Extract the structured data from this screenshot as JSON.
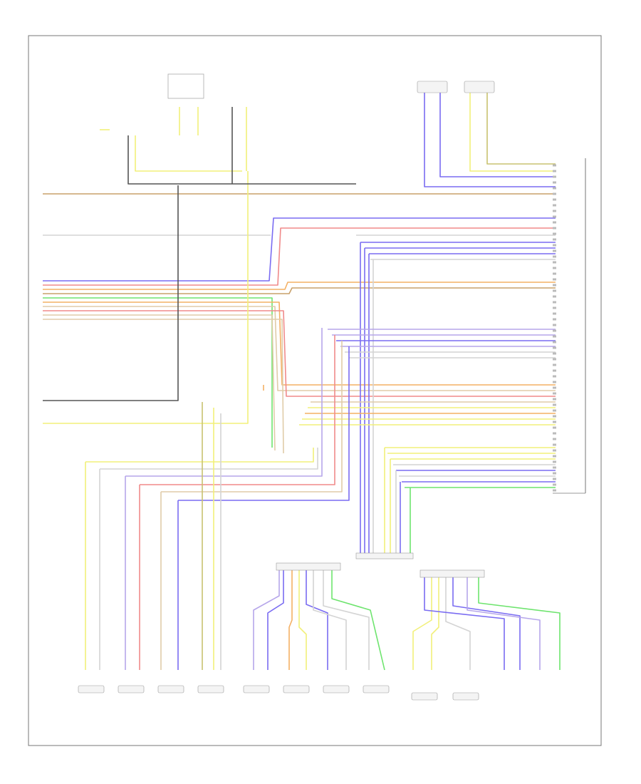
{
  "diagram": {
    "footer_code": "",
    "colors": {
      "blue": "#7a6cf2",
      "red": "#f08a8a",
      "orange": "#f4b064",
      "yellow": "#f2f07a",
      "brown": "#c9a06a",
      "tan": "#e0cca8",
      "violet": "#b6a6ea",
      "green": "#6ee46e",
      "gray": "#555555",
      "ltgray": "#d4d4d4",
      "olive": "#c8c270",
      "frame": "#777777"
    },
    "components": [
      {
        "id": "comp-top-left-1",
        "label_lines": [
          "",
          "",
          ""
        ]
      },
      {
        "id": "comp-top-left-2",
        "label_lines": [
          "",
          "",
          ""
        ]
      },
      {
        "id": "comp-top-mid",
        "label_lines": [
          ""
        ]
      },
      {
        "id": "comp-top-mid-2",
        "label_lines": [
          "",
          ""
        ]
      },
      {
        "id": "comp-top-right-1",
        "label_lines": [
          "",
          "",
          ""
        ]
      },
      {
        "id": "comp-top-right-2",
        "label_lines": [
          "",
          "",
          ""
        ]
      },
      {
        "id": "amplifier-module",
        "label_lines": [
          "",
          "",
          ""
        ]
      }
    ],
    "speakers": [
      {
        "id": "speaker-1",
        "label_lines": [
          "",
          "",
          "",
          ""
        ]
      },
      {
        "id": "speaker-2",
        "label_lines": [
          "",
          "",
          "",
          ""
        ]
      },
      {
        "id": "speaker-3",
        "label_lines": [
          "",
          "",
          ""
        ]
      },
      {
        "id": "speaker-4",
        "label_lines": [
          "",
          "",
          "",
          ""
        ]
      },
      {
        "id": "speaker-5",
        "label_lines": [
          "",
          "",
          "",
          ""
        ]
      },
      {
        "id": "speaker-6",
        "label_lines": [
          "",
          "",
          "",
          ""
        ]
      },
      {
        "id": "speaker-7",
        "label_lines": [
          "",
          "",
          "",
          ""
        ]
      },
      {
        "id": "speaker-8",
        "label_lines": [
          "",
          "",
          "",
          ""
        ]
      },
      {
        "id": "speaker-9",
        "label_lines": [
          "",
          "",
          "",
          ""
        ]
      },
      {
        "id": "speaker-10",
        "label_lines": [
          "",
          "",
          "",
          ""
        ]
      }
    ]
  }
}
